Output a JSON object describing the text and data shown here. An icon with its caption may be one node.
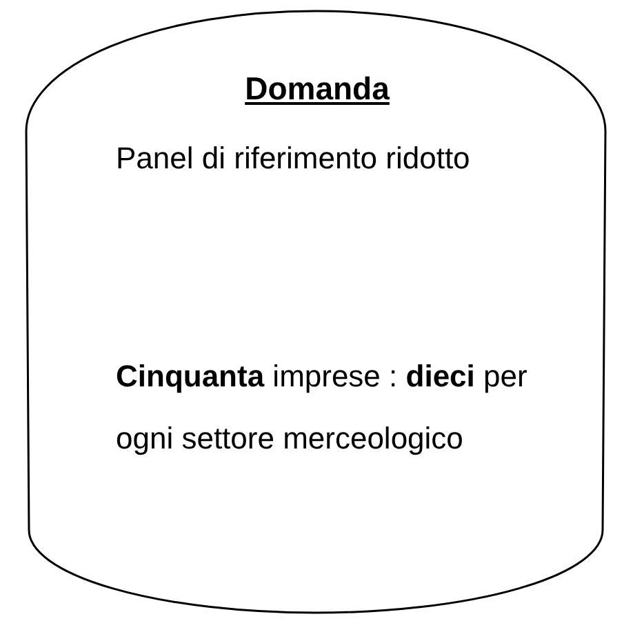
{
  "diagram": {
    "nodes": [
      {
        "text": [
          "Domanda",
          "Panel di riferimento ridotto",
          "**Cinquanta** imprese : **dieci** per ogni settore merceologico"
        ]
      }
    ]
  }
}
